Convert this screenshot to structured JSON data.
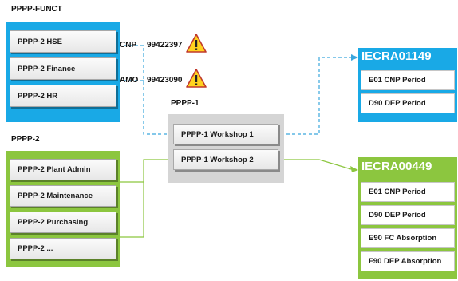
{
  "funct_group": {
    "title": "PPPP-FUNCT",
    "items": [
      {
        "label": "PPPP-2 HSE"
      },
      {
        "label": "PPPP-2 Finance"
      },
      {
        "label": "PPPP-2 HR"
      }
    ]
  },
  "pppp2_group": {
    "title": "PPPP-2",
    "items": [
      {
        "label": "PPPP-2 Plant Admin"
      },
      {
        "label": "PPPP-2 Maintenance"
      },
      {
        "label": "PPPP-2 Purchasing"
      },
      {
        "label": "PPPP-2 ..."
      }
    ]
  },
  "pppp1_group": {
    "title": "PPPP-1",
    "items": [
      {
        "label": "PPPP-1 Workshop 1"
      },
      {
        "label": "PPPP-1 Workshop 2"
      }
    ]
  },
  "connectors": {
    "cnp": {
      "label": "CNP",
      "value": "99422397",
      "icon": "warning-icon"
    },
    "amo": {
      "label": "AMO",
      "value": "99423090",
      "icon": "warning-icon"
    }
  },
  "targets": [
    {
      "id": "IECRA01149",
      "color": "#19a9e6",
      "items": [
        {
          "label": "E01 CNP Period"
        },
        {
          "label": "D90 DEP Period"
        }
      ]
    },
    {
      "id": "IECRA00449",
      "color": "#8cc63f",
      "items": [
        {
          "label": "E01 CNP Period"
        },
        {
          "label": "D90 DEP Period"
        },
        {
          "label": "E90 FC Absorption"
        },
        {
          "label": "F90 DEP Absorption"
        }
      ]
    }
  ],
  "colors": {
    "blue_panel": "#19a9e6",
    "green_panel": "#8cc63f",
    "grey_panel": "#d5d5d5",
    "blue_line": "#3aa6dd",
    "green_line": "#8cc63f",
    "warning_fill": "#ffd21f",
    "warning_border": "#c0392b"
  }
}
